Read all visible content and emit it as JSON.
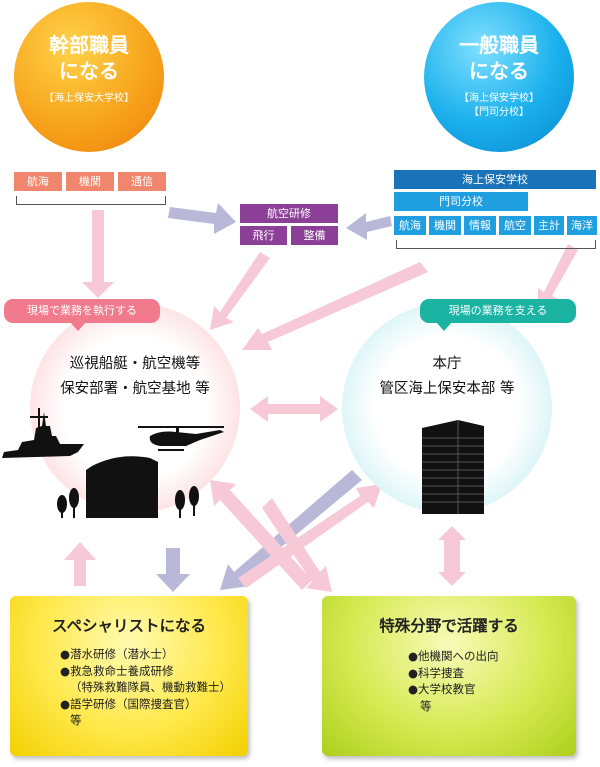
{
  "colors": {
    "orange": "#f7a51c",
    "blue": "#1ab0ec",
    "salmon": "#f0866d",
    "dark_blue": "#1a73b8",
    "sky_blue": "#1f9fe0",
    "purple": "#8b3f97",
    "pink_arrow": "#f7c9d6",
    "lavender_arrow": "#b9b8d9",
    "pink_callout": "#f17a8c",
    "teal_callout": "#1bb3a2"
  },
  "top_left": {
    "title_line1": "幹部職員",
    "title_line2": "になる",
    "subtitle": "【海上保安大学校】",
    "courses": [
      "航海",
      "機関",
      "通信"
    ]
  },
  "top_right": {
    "title_line1": "一般職員",
    "title_line2": "になる",
    "subtitle_line1": "【海上保安学校】",
    "subtitle_line2": "【門司分校】",
    "school_label": "海上保安学校",
    "branch_label": "門司分校",
    "courses": [
      "航海",
      "機関",
      "情報",
      "航空",
      "主計",
      "海洋"
    ]
  },
  "aviation": {
    "label": "航空研修",
    "courses": [
      "飛行",
      "整備"
    ]
  },
  "field": {
    "callout": "現場で業務を執行する",
    "line1": "巡視船艇・航空機等",
    "line2": "保安部署・航空基地 等"
  },
  "hq": {
    "callout": "現場の業務を支える",
    "line1": "本庁",
    "line2": "管区海上保安本部 等"
  },
  "specialist": {
    "title": "スペシャリストになる",
    "items": [
      "●潜水研修（潜水士）",
      "●救急救命士養成研修",
      "（特殊救難隊員、機動救難士）",
      "●語学研修（国際捜査官）",
      "等"
    ]
  },
  "special_field": {
    "title": "特殊分野で活躍する",
    "items": [
      "●他機関への出向",
      "●科学捜査",
      "●大学校教官",
      "等"
    ]
  }
}
